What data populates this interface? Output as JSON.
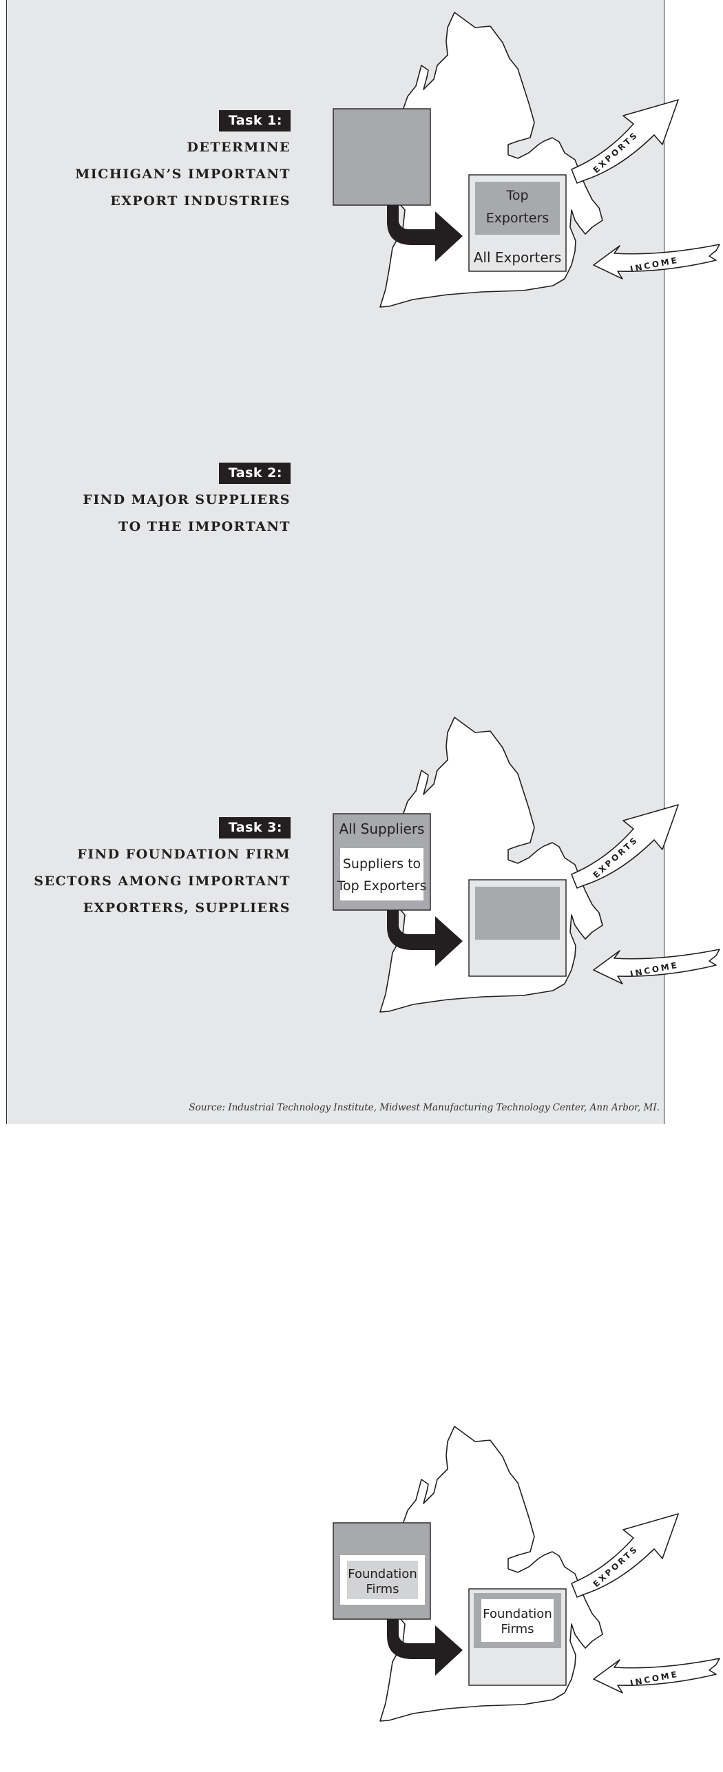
{
  "tasks": [
    {
      "badge": "Task 1:",
      "lines": [
        "DETERMINE",
        "MICHIGAN’S IMPORTANT",
        "EXPORT INDUSTRIES"
      ],
      "left_box": {
        "type": "solid"
      },
      "right_box": {
        "type": "exporters",
        "inner_label": [
          "Top",
          "Exporters"
        ],
        "outer_label": "All Exporters"
      }
    },
    {
      "badge": "Task 2:",
      "lines": [
        "FIND MAJOR SUPPLIERS",
        "TO THE IMPORTANT"
      ],
      "left_box": {
        "type": "suppliers",
        "outer_label": "All Suppliers",
        "inner_label": [
          "Suppliers to",
          "Top  Exporters"
        ]
      },
      "right_box": {
        "type": "blank"
      }
    },
    {
      "badge": "Task 3:",
      "lines": [
        "FIND FOUNDATION FIRM",
        "SECTORS AMONG IMPORTANT",
        "EXPORTERS, SUPPLIERS"
      ],
      "left_box": {
        "type": "foundation",
        "inner_label": [
          "Foundation",
          "Firms"
        ]
      },
      "right_box": {
        "type": "foundation",
        "inner_label": [
          "Foundation",
          "Firms"
        ]
      }
    }
  ],
  "flow_labels": {
    "exports": "EXPORTS",
    "income": "INCOME"
  },
  "source": "Source: Industrial Technology Institute, Midwest Manufacturing Technology Center, Ann Arbor, MI."
}
